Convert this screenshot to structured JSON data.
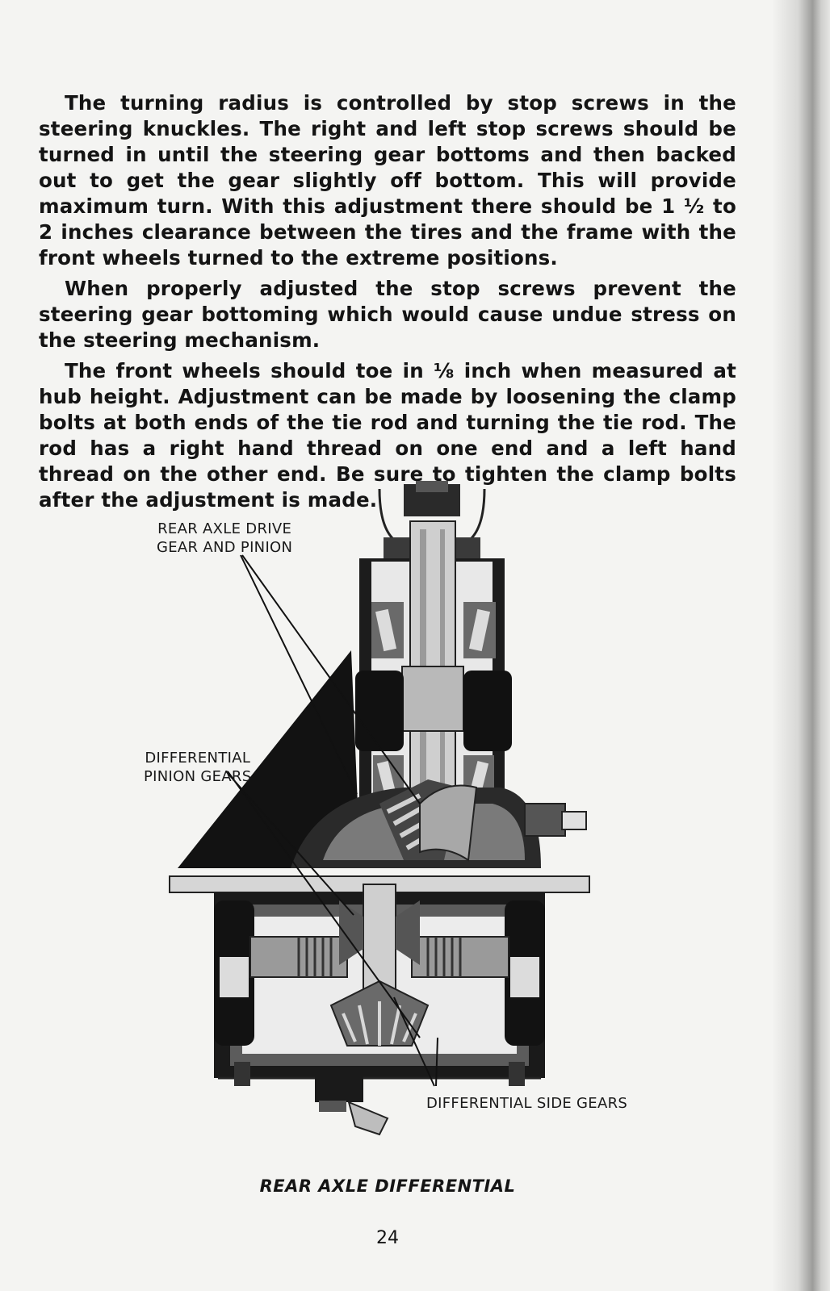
{
  "paragraphs": [
    "The turning radius is controlled by stop screws in the steering knuckles. The right and left stop screws should be turned in until the steering gear bottoms and then backed out to get the gear slightly off bottom. This will provide maximum turn. With this adjustment there should be 1 ½ to 2 inches clearance between the tires and the frame with the front wheels turned to the extreme positions.",
    "When properly adjusted the stop screws prevent the steering gear bottoming which would cause undue stress on the steering mechanism.",
    "The front wheels should toe in ⅛ inch when measured at hub height. Adjustment can be made by loosening the clamp bolts at both ends of the tie rod and turning the tie rod. The rod has a right hand thread on one end and a left hand thread on the other end. Be sure to tighten the clamp bolts after the adjustment is made."
  ],
  "figure": {
    "labels": {
      "drive_gear": "REAR AXLE DRIVE\nGEAR AND PINION",
      "pinion_gears": "DIFFERENTIAL\nPINION GEARS",
      "side_gears": "DIFFERENTIAL SIDE GEARS"
    },
    "caption": "REAR AXLE DIFFERENTIAL"
  },
  "page_number": "24"
}
